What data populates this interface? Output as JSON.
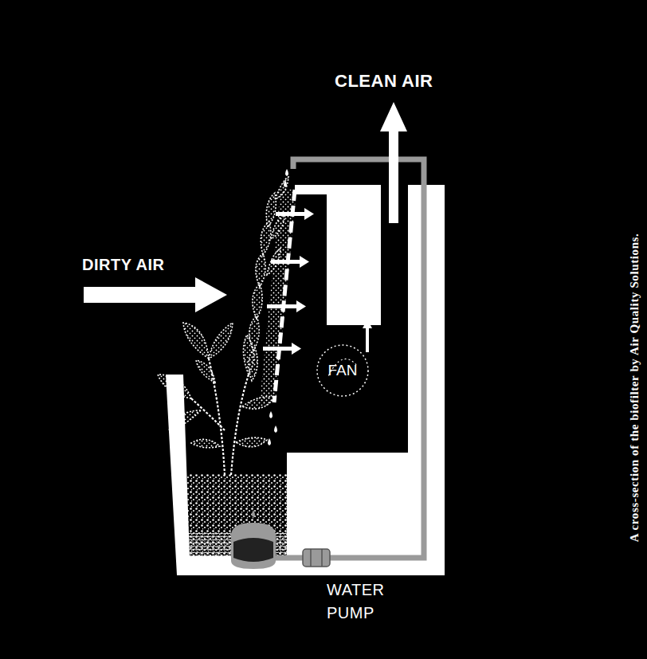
{
  "diagram": {
    "caption": "A cross-section of the biofilter by Air Quality Solutions.",
    "nodes": [
      {
        "text": [
          "FAN"
        ]
      }
    ],
    "labels": [
      "CLEAN AIR",
      "DIRTY AIR",
      "WATER PUMP"
    ]
  }
}
